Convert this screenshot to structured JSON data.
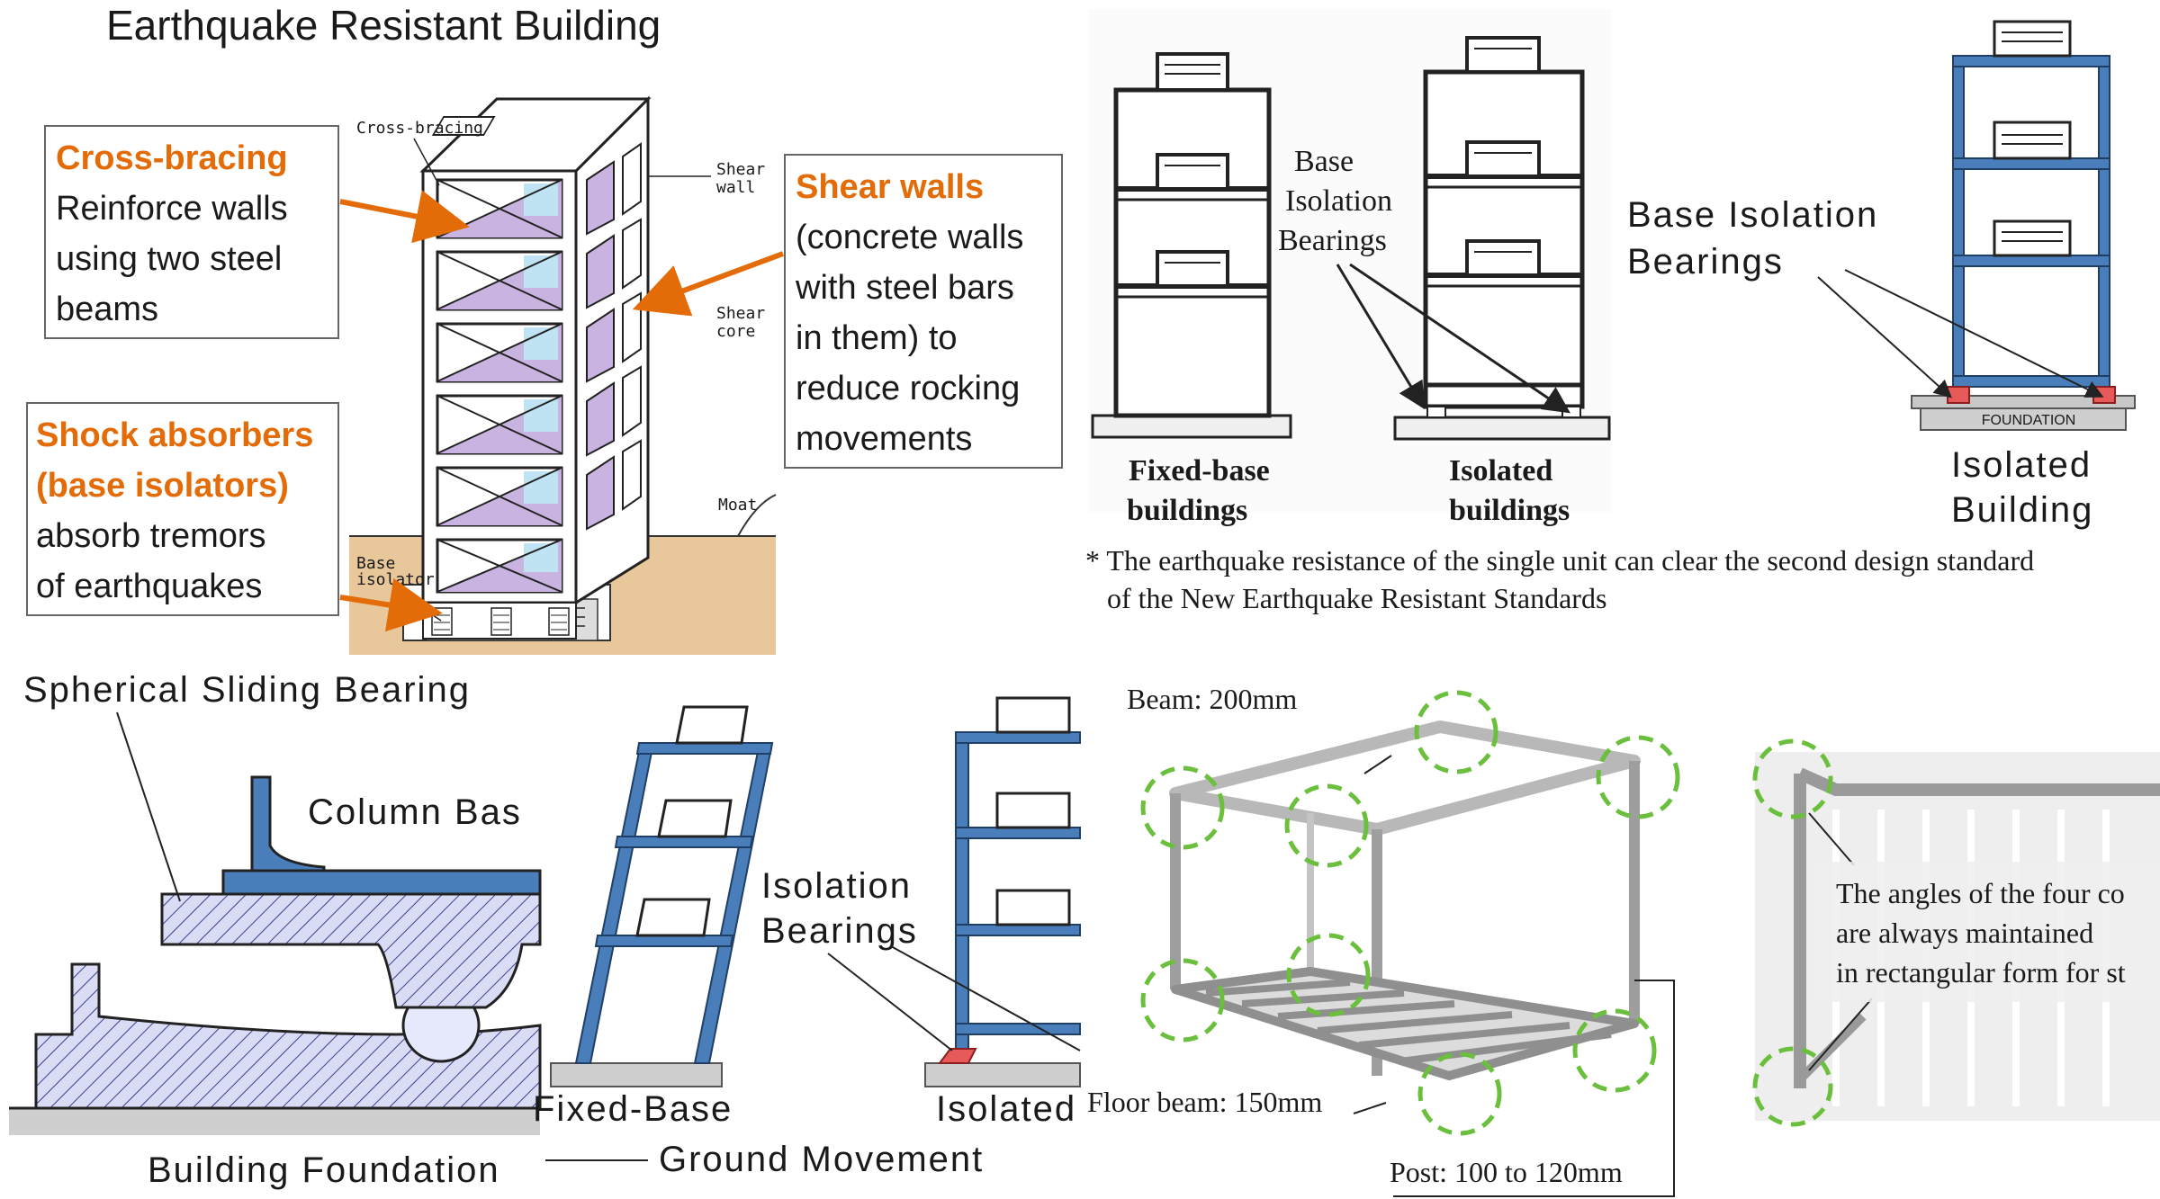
{
  "title": "Earthquake Resistant Building",
  "panel1": {
    "cross_bracing": {
      "heading": "Cross-bracing",
      "lines": [
        "Reinforce walls",
        "using two steel",
        "beams"
      ]
    },
    "shear_walls": {
      "heading": "Shear walls",
      "lines": [
        "(concrete walls",
        "with steel bars",
        "in them) to",
        "reduce rocking",
        "movements"
      ]
    },
    "shock_absorbers": {
      "heading_lines": [
        "Shock absorbers",
        "(base isolators)"
      ],
      "lines": [
        "absorb tremors",
        "of earthquakes"
      ]
    },
    "drawing_labels": {
      "cross_bracing": "Cross-bracing",
      "shear_wall_1": "Shear",
      "shear_wall_2": "wall",
      "shear_core_1": "Shear",
      "shear_core_2": "core",
      "moat": "Moat",
      "base_isolator_1": "Base",
      "base_isolator_2": "isolator"
    }
  },
  "panel2": {
    "bearings_label_lines": [
      "Base",
      "Isolation",
      "Bearings"
    ],
    "fixed_caption_lines": [
      "Fixed-base",
      "buildings"
    ],
    "isolated_caption_lines": [
      "Isolated",
      "buildings"
    ],
    "note_lines": [
      "* The earthquake resistance of the single unit can clear the second design standard",
      "of the New Earthquake Resistant Standards"
    ]
  },
  "panel3": {
    "label_lines": [
      "Base Isolation",
      "Bearings"
    ],
    "foundation": "FOUNDATION",
    "caption_lines": [
      "Isolated",
      "Building"
    ]
  },
  "panel4": {
    "spherical": "Spherical Sliding Bearing",
    "column_base": "Column Bas",
    "foundation": "Building Foundation"
  },
  "panel5": {
    "isolation_lines": [
      "Isolation",
      "Bearings"
    ],
    "fixed_base": "Fixed-Base",
    "isolated": "Isolated",
    "ground_movement": "Ground Movement"
  },
  "panel6": {
    "beam": "Beam: 200mm",
    "floor_beam": "Floor beam: 150mm",
    "post": "Post: 100 to 120mm",
    "angles_lines": [
      "The angles of the four co",
      "are always maintained",
      "in rectangular form for st"
    ]
  },
  "colors": {
    "orange": "#e36c09",
    "steel_blue": "#4a7ebb",
    "lavender": "#c9b3e0",
    "light_blue": "#bfe3f2",
    "sand": "#e8c79a",
    "bearing_red": "#e85a5a",
    "circle_green": "#6abf3d",
    "hatch_fill": "#d9dcf4"
  }
}
